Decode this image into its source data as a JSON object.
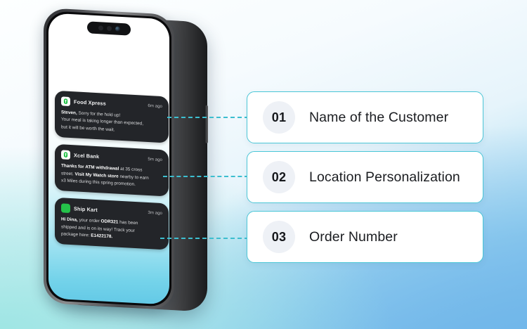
{
  "theme": {
    "bg_top_left": "#fdffff",
    "bg_bottom_left": "#9fe6e4",
    "bg_bottom_right": "#7ebde9",
    "accent_teal": "#4ac6d6",
    "connector_color": "#3dbecf",
    "notification_bg": "#232529",
    "card_bg": "#ffffff",
    "number_circle_bg": "#eef1f6"
  },
  "phone": {
    "screen_wallpaper_top": "#ffffff",
    "screen_wallpaper_bottom": "#63c9e6",
    "island": {
      "camera_icon": "camera-lens-icon",
      "sensor_icon": "proximity-sensor-icon"
    }
  },
  "notifications": [
    {
      "app": "Food Xpress",
      "time": "6m ago",
      "icon": "food-xpress-app-icon",
      "icon_style": "white",
      "lines": [
        [
          {
            "t": "Steven,",
            "b": true
          },
          {
            "t": " Sorry for the hold up!",
            "b": false
          }
        ],
        [
          {
            "t": "Your meal is taking longer than expected,",
            "b": false
          }
        ],
        [
          {
            "t": "but it will be worth the wait.",
            "b": false
          }
        ]
      ]
    },
    {
      "app": "Xcel Bank",
      "time": "5m ago",
      "icon": "xcel-bank-app-icon",
      "icon_style": "white",
      "lines": [
        [
          {
            "t": "Thanks for ATM withdrawal",
            "b": true
          },
          {
            "t": " at 35 cross",
            "b": false
          }
        ],
        [
          {
            "t": "street. ",
            "b": false
          },
          {
            "t": "Visit My Watch store",
            "b": true
          },
          {
            "t": " nearby to earn",
            "b": false
          }
        ],
        [
          {
            "t": "x3 Miles during this spring promotion.",
            "b": false
          }
        ]
      ]
    },
    {
      "app": "Ship Kart",
      "time": "3m ago",
      "icon": "ship-kart-app-icon",
      "icon_style": "solid",
      "lines": [
        [
          {
            "t": "Hi Dina,",
            "b": true
          },
          {
            "t": " your order ",
            "b": false
          },
          {
            "t": "ODR321",
            "b": true
          },
          {
            "t": " has been",
            "b": false
          }
        ],
        [
          {
            "t": "shipped and is on its way! Track your",
            "b": false
          }
        ],
        [
          {
            "t": "package here: ",
            "b": false
          },
          {
            "t": "E1422178.",
            "b": true
          }
        ]
      ]
    }
  ],
  "cards": [
    {
      "number": "01",
      "label": "Name of the Customer"
    },
    {
      "number": "02",
      "label": "Location Personalization"
    },
    {
      "number": "03",
      "label": "Order Number"
    }
  ]
}
